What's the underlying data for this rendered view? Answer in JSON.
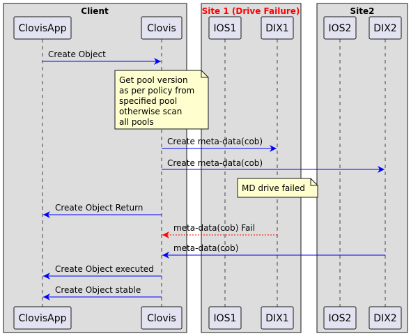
{
  "boxes": [
    {
      "title": "Client",
      "title_color": "#000000"
    },
    {
      "title": "Site 1 (Drive Failure)",
      "title_color": "#ff0000"
    },
    {
      "title": "Site2",
      "title_color": "#000000"
    }
  ],
  "participants": [
    {
      "label": "ClovisApp"
    },
    {
      "label": "Clovis"
    },
    {
      "label": "IOS1"
    },
    {
      "label": "DIX1"
    },
    {
      "label": "IOS2"
    },
    {
      "label": "DIX2"
    }
  ],
  "messages": [
    {
      "label": "Create Object",
      "color": "#0000ff",
      "style": "solid"
    },
    {
      "label": "Create meta-data(cob)",
      "color": "#0000ff",
      "style": "solid"
    },
    {
      "label": "Create meta-data(cob)",
      "color": "#0000ff",
      "style": "solid"
    },
    {
      "label": "Create Object Return",
      "color": "#0000ff",
      "style": "solid"
    },
    {
      "label": "meta-data(cob) Fail",
      "color": "#ff0000",
      "style": "dashed"
    },
    {
      "label": "meta-data(cob)",
      "color": "#0000ff",
      "style": "solid"
    },
    {
      "label": "Create Object executed",
      "color": "#0000ff",
      "style": "solid"
    },
    {
      "label": "Create Object stable",
      "color": "#0000ff",
      "style": "solid"
    }
  ],
  "notes": [
    {
      "lines": [
        "Get pool version",
        "as per policy from",
        "specified pool",
        "otherwise scan",
        "all pools"
      ]
    },
    {
      "lines": [
        "MD drive failed"
      ]
    }
  ],
  "colors": {
    "box_fill": "#dddddd",
    "participant_fill": "#e2e2f0",
    "participant_border": "#181818",
    "note_fill": "#fefece",
    "lifeline": "#444444"
  }
}
